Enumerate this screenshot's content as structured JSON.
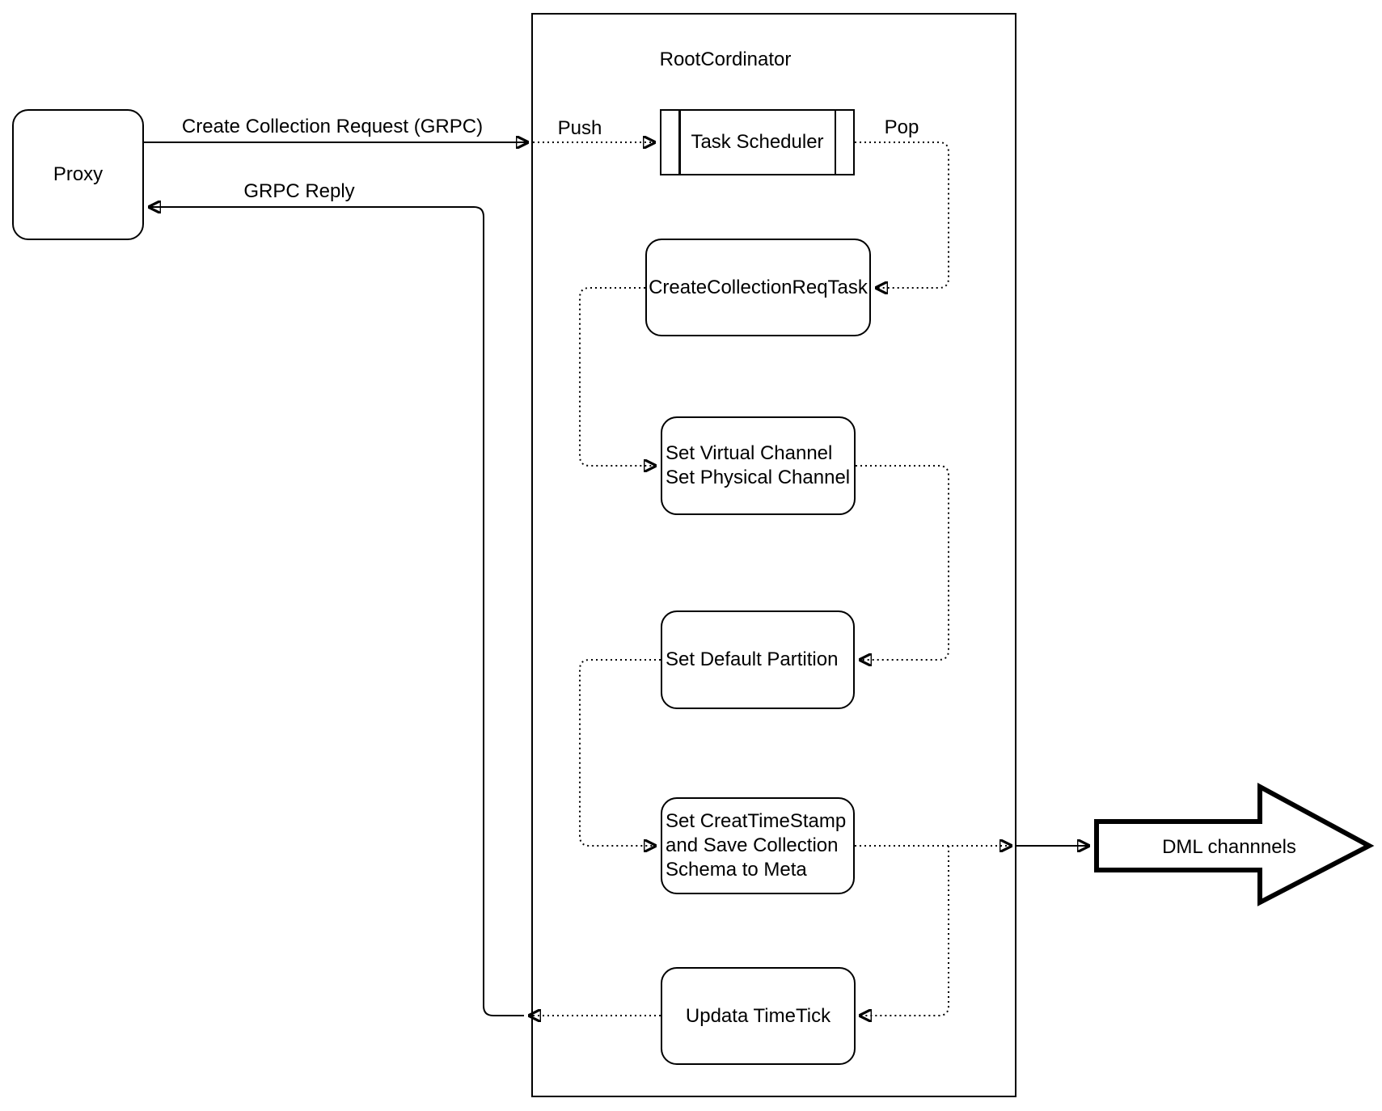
{
  "diagram": {
    "title": "RootCordinator",
    "proxy_label": "Proxy",
    "nodes": {
      "task_scheduler": "Task Scheduler",
      "create_collection_req_task": "CreateCollectionReqTask",
      "set_channel_lines": [
        "Set Virtual Channel",
        "Set Physical Channel"
      ],
      "set_default_partition": "Set Default Partition",
      "set_timestamp_lines": [
        "Set CreatTimeStamp",
        "and Save Collection",
        "Schema to Meta"
      ],
      "update_timetick": "Updata TimeTick"
    },
    "edge_labels": {
      "request": "Create Collection Request (GRPC)",
      "push": "Push",
      "pop": "Pop",
      "reply": "GRPC Reply",
      "dml": "DML channnels"
    },
    "colors": {
      "stroke": "#000000",
      "background": "#ffffff"
    }
  }
}
